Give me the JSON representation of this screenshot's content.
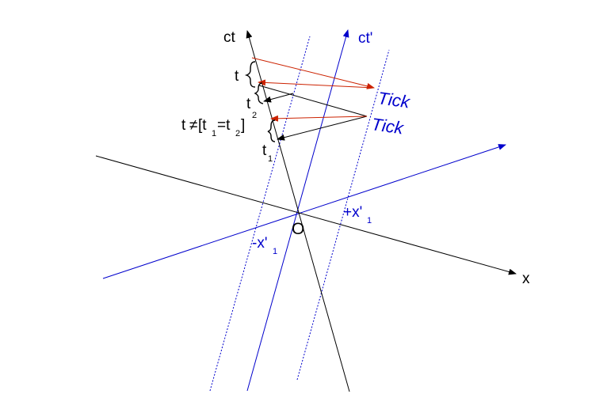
{
  "colors": {
    "black": "#000000",
    "blue": "#0000cc",
    "red": "#cc2200"
  },
  "labels": {
    "ct_axis": "ct",
    "ct_prime_axis": "ct'",
    "x_axis": "x",
    "origin": "O",
    "tick_upper": "Tick",
    "tick_lower": "Tick",
    "x_prime_plus": "+x'",
    "x_prime_plus_sub": "1",
    "x_prime_minus": "-x'",
    "x_prime_minus_sub": "1",
    "t_brace": "t",
    "t2_main": "t",
    "t2_sub": "2",
    "t1_main": "t",
    "t1_sub": "1",
    "ineq_t": "t",
    "ineq_neq": "≠",
    "ineq_open": "[t",
    "ineq_sub1": "1",
    "ineq_eq": "=t",
    "ineq_sub2": "2",
    "ineq_close": "]"
  }
}
